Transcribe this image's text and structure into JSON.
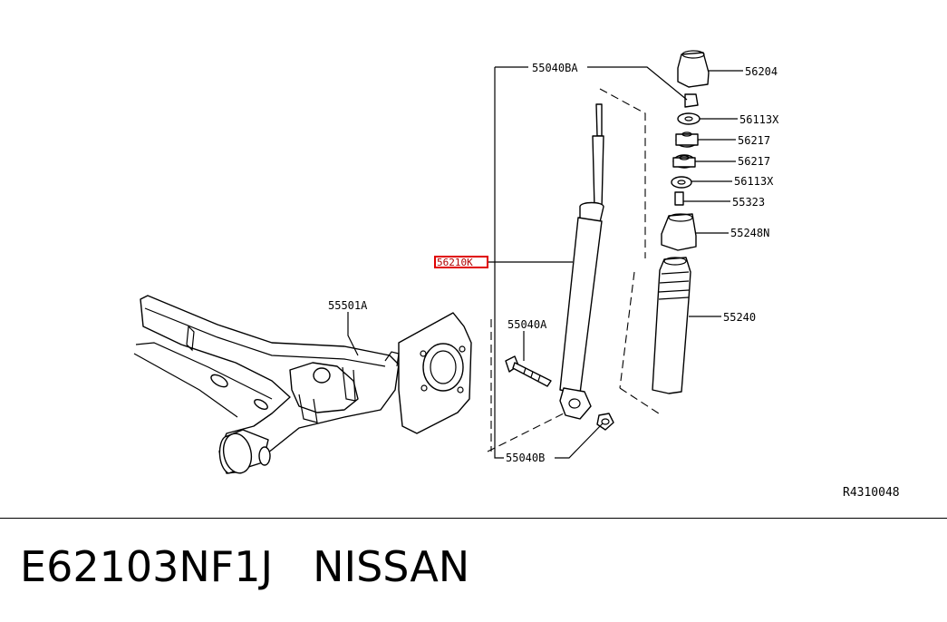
{
  "diagram": {
    "parts": [
      {
        "id": "55040BA"
      },
      {
        "id": "56204"
      },
      {
        "id": "56113X"
      },
      {
        "id": "56217"
      },
      {
        "id": "56217"
      },
      {
        "id": "56113X"
      },
      {
        "id": "55323"
      },
      {
        "id": "55248N"
      },
      {
        "id": "56210K"
      },
      {
        "id": "55240"
      },
      {
        "id": "55501A"
      },
      {
        "id": "55040A"
      },
      {
        "id": "55040B"
      }
    ],
    "reference_code": "R4310048",
    "highlight_color": "#e00000"
  },
  "footer": {
    "part_number": "E62103NF1J",
    "brand": "NISSAN"
  }
}
